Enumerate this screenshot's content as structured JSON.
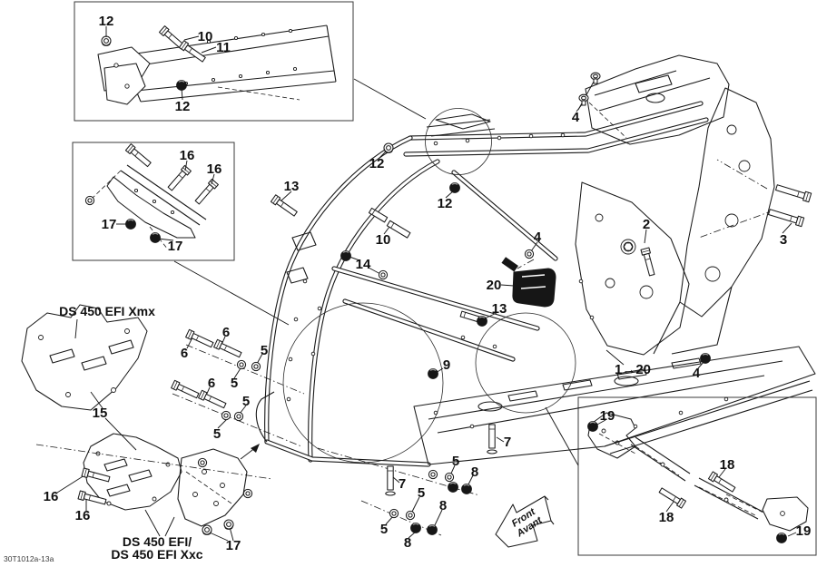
{
  "page": {
    "background": "#ffffff",
    "line_color": "#1a1a1a"
  },
  "diagram": {
    "document_code": "30T1012a-13a",
    "model_labels": {
      "top": "DS 450 EFI Xmx",
      "bottom_line1": "DS 450 EFI/",
      "bottom_line2": "DS 450 EFI Xxc"
    },
    "front_arrow": {
      "line1": "Front",
      "line2": "Avant"
    },
    "callouts": [
      {
        "part": "12"
      },
      {
        "part": "10"
      },
      {
        "part": "11"
      },
      {
        "part": "12"
      },
      {
        "part": "16"
      },
      {
        "part": "16"
      },
      {
        "part": "17"
      },
      {
        "part": "17"
      },
      {
        "part": "13"
      },
      {
        "part": "12"
      },
      {
        "part": "12"
      },
      {
        "part": "10"
      },
      {
        "part": "14"
      },
      {
        "part": "4"
      },
      {
        "part": "2"
      },
      {
        "part": "3"
      },
      {
        "part": "4"
      },
      {
        "part": "20"
      },
      {
        "part": "13"
      },
      {
        "part": "9"
      },
      {
        "part": "1→20"
      },
      {
        "part": "4"
      },
      {
        "part": "6"
      },
      {
        "part": "6"
      },
      {
        "part": "5"
      },
      {
        "part": "6"
      },
      {
        "part": "5"
      },
      {
        "part": "5"
      },
      {
        "part": "5"
      },
      {
        "part": "15"
      },
      {
        "part": "16"
      },
      {
        "part": "16"
      },
      {
        "part": "17"
      },
      {
        "part": "7"
      },
      {
        "part": "5"
      },
      {
        "part": "8"
      },
      {
        "part": "5"
      },
      {
        "part": "8"
      },
      {
        "part": "5"
      },
      {
        "part": "8"
      },
      {
        "part": "7"
      },
      {
        "part": "19"
      },
      {
        "part": "18"
      },
      {
        "part": "18"
      },
      {
        "part": "19"
      }
    ]
  }
}
